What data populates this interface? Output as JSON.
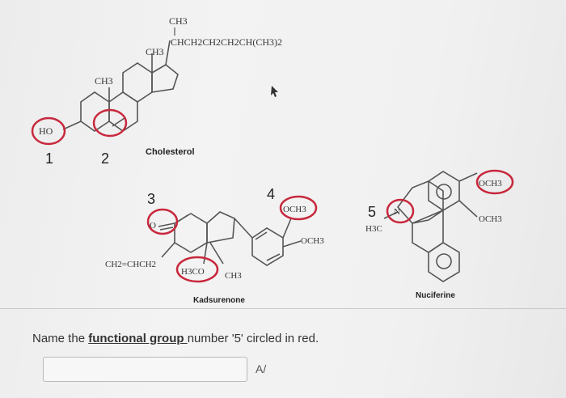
{
  "structures": {
    "cholesterol": {
      "name": "Cholesterol",
      "ho": "HO",
      "methyl_a": "CH3",
      "methyl_b": "CH3",
      "methyl_top": "CH3",
      "side_chain": "CHCH2CH2CH2CH(CH3)2"
    },
    "kadsurenone": {
      "name": "Kadsurenone",
      "carbonyl_o": "O",
      "och3_circled": "OCH3",
      "och3": "OCH3",
      "allyl": "CH2=CHCH2",
      "h3co": "H3CO",
      "ch3": "CH3"
    },
    "nuciferine": {
      "name": "Nuciferine",
      "n": "N",
      "h3c": "H3C",
      "och3_top": "OCH3",
      "och3_bottom": "OCH3"
    }
  },
  "markers": [
    "1",
    "2",
    "3",
    "4",
    "5"
  ],
  "question": {
    "prefix": "Name the ",
    "link": "functional group ",
    "suffix": "number '5' circled in red."
  },
  "answer": {
    "value": ""
  },
  "spell_icon": "spellcheck-icon",
  "colors": {
    "circle": "#c8283c",
    "line": "#555555"
  }
}
